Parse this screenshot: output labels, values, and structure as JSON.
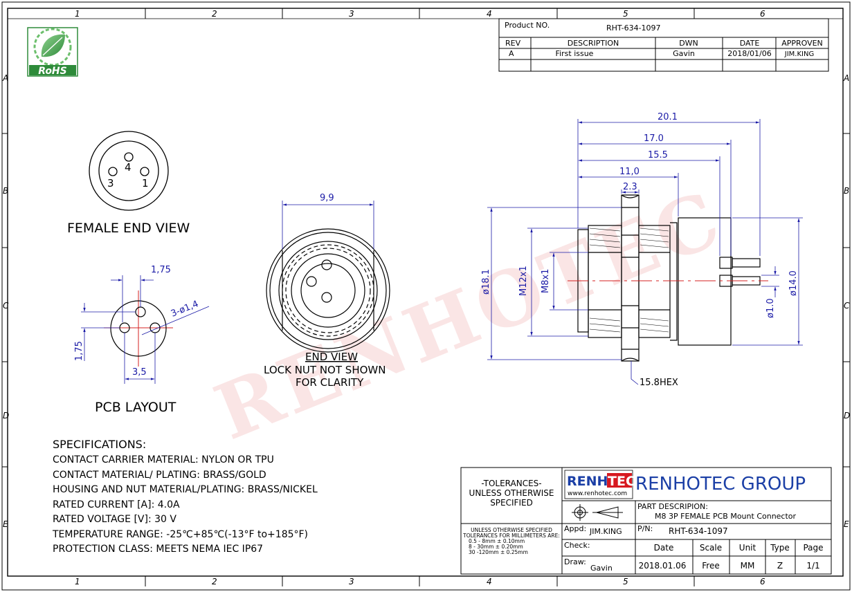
{
  "frame": {
    "columns": [
      "1",
      "2",
      "3",
      "4",
      "5",
      "6"
    ],
    "rows": [
      "A",
      "B",
      "C",
      "D",
      "E"
    ]
  },
  "logo": {
    "rohs_text": "RoHS",
    "icon": "rohs-leaf-icon"
  },
  "watermark": "RENHOTEC",
  "revision_table": {
    "product_no_label": "Product NO.",
    "product_no": "RHT-634-1097",
    "headers": [
      "REV",
      "DESCRIPTION",
      "DWN",
      "DATE",
      "APPROVEN"
    ],
    "rows": [
      [
        "A",
        "First issue",
        "Gavin",
        "2018/01/06",
        "JIM.KING"
      ]
    ]
  },
  "female_end_view": {
    "title": "FEMALE END VIEW",
    "pins": [
      "4",
      "3",
      "1"
    ]
  },
  "pcb_layout": {
    "title": "PCB LAYOUT",
    "dims": {
      "top": "1,75",
      "left": "1,75",
      "bottom": "3,5",
      "holes": "3-ø1,4"
    }
  },
  "end_view": {
    "title": "END VIEW",
    "note_line1": "LOCK NUT NOT SHOWN",
    "note_line2": "FOR CLARITY",
    "dim_width": "9,9"
  },
  "side_view": {
    "dims": {
      "d1": "20.1",
      "d2": "17.0",
      "d3": "15.5",
      "d4": "11,0",
      "d5": "2.3",
      "dia_outer": "ø18.1",
      "thread_m12": "M12x1",
      "thread_m8": "M8x1",
      "dia_body": "ø14.0",
      "dia_pin": "ø1.0",
      "hex": "15.8HEX"
    }
  },
  "specifications": {
    "heading": "SPECIFICATIONS:",
    "lines": [
      "CONTACT CARRIER MATERIAL: NYLON OR TPU",
      "CONTACT MATERIAL/ PLATING: BRASS/GOLD",
      "HOUSING AND NUT MATERIAL/PLATING: BRASS/NICKEL",
      "RATED CURRENT [A]: 4.0A",
      "RATED VOLTAGE [V]: 30 V",
      "TEMPERATURE RANGE: -25℃+85℃(-13°F to+185°F)",
      "PROTECTION CLASS: MEETS NEMA IEC IP67"
    ]
  },
  "title_block": {
    "tolerance_l1": "-TOLERANCES-",
    "tolerance_l2": "UNLESS OTHERWISE",
    "tolerance_l3": "SPECIFIED",
    "tol_small": [
      "UNLESS OTHERWISE SPECIFIED",
      "TOLERANCES FOR MILLIMETERS ARE:",
      "0.5 - 8mm ± 0.10mm",
      "8 - 30mm ± 0.20mm",
      "30 -120mm ± 0.25mm"
    ],
    "brand_logo_a": "RENHO",
    "brand_logo_b": "TEC",
    "brand_url": "www.renhotec.com",
    "company": "RENHOTEC GROUP",
    "part_desc_label": "PART DESCRIPION:",
    "part_desc": "M8 3P FEMALE PCB Mount Connector",
    "appd_label": "Appd:",
    "appd": "JIM.KING",
    "pn_label": "P/N:",
    "pn": "RHT-634-1097",
    "check_label": "Check:",
    "draw_label": "Draw:",
    "draw": "Gavin",
    "headers": [
      "Date",
      "Scale",
      "Unit",
      "Type",
      "Page"
    ],
    "values": [
      "2018.01.06",
      "Free",
      "MM",
      "Z",
      "1/1"
    ]
  },
  "colors": {
    "line": "#000000",
    "dimension": "#1a1aa6",
    "centerline": "#d42020",
    "watermark": "#f3c4c4",
    "rohs_green": "#2e8b3a",
    "brand_red": "#d71920",
    "brand_blue": "#1b3fa6"
  }
}
